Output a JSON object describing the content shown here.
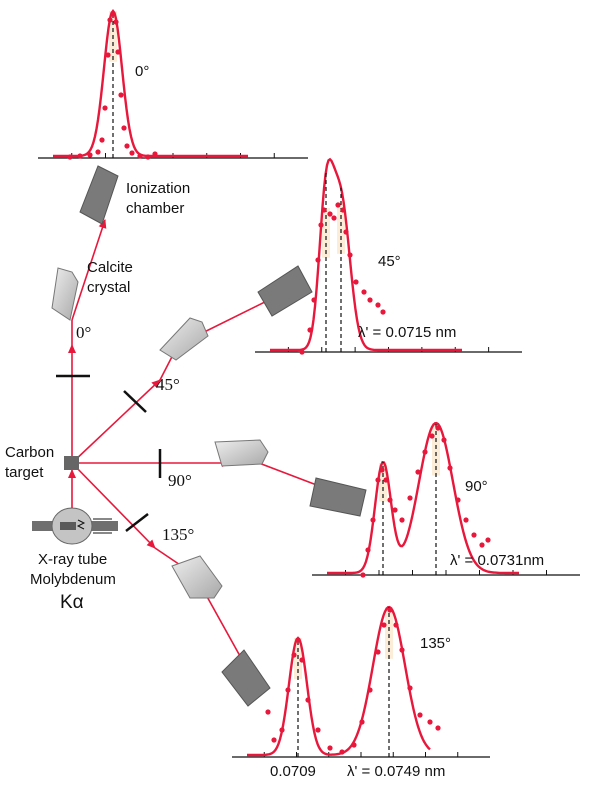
{
  "labels": {
    "ionization_line1": "Ionization",
    "ionization_line2": "chamber",
    "calcite_line1": "Calcite",
    "calcite_line2": "crystal",
    "carbon_line1": "Carbon",
    "carbon_line2": "target",
    "xray_line1": "X-ray tube",
    "xray_line2": "Molybdenum",
    "xray_line3": "Kα"
  },
  "angles": {
    "a0": "0°",
    "a45": "45°",
    "a90": "90°",
    "a135": "135°"
  },
  "panels": [
    {
      "angle": "0°",
      "note": ""
    },
    {
      "angle": "45°",
      "note": "λ' = 0.0715 nm"
    },
    {
      "angle": "90°",
      "note": "λ' = 0.0731nm"
    },
    {
      "angle": "135°",
      "note": "λ' = 0.0749 nm",
      "left_tick": "0.0709"
    }
  ],
  "colors": {
    "beam": "#e8183c",
    "curve": "#e8183c",
    "points": "#e8183c",
    "chamber": "#7a7a7a",
    "crystal": "#c8c8c8",
    "peak_fill": "#f9e6c8"
  }
}
